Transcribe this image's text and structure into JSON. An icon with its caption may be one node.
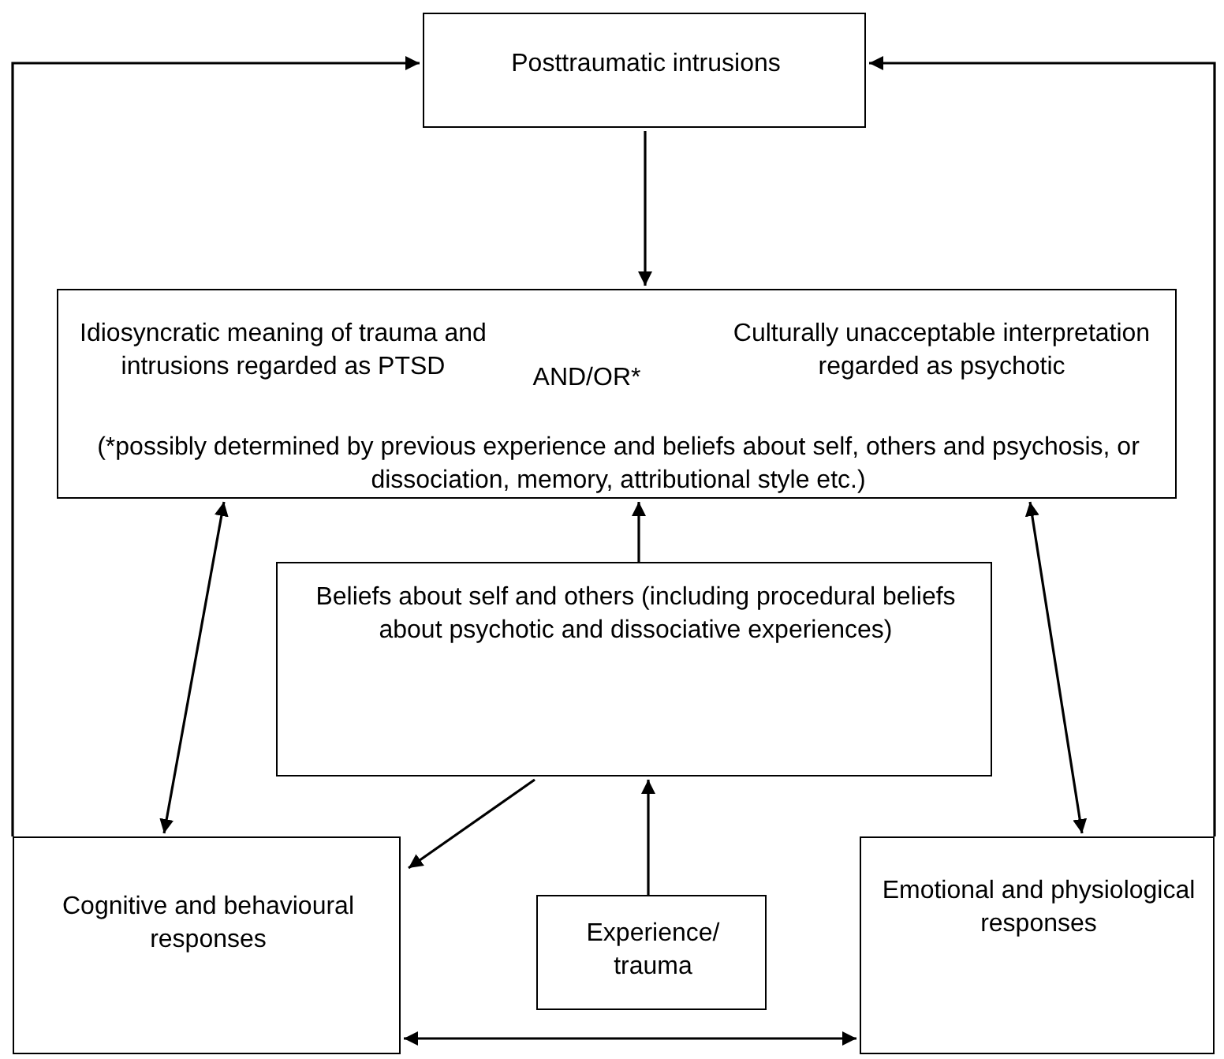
{
  "diagram": {
    "nodes": [
      {
        "text": [
          "Posttraumatic intrusions"
        ]
      },
      {
        "text": [
          "Idiosyncratic meaning of trauma and intrusions regarded as PTSD",
          "AND/OR*",
          "Culturally unacceptable interpretation regarded as psychotic",
          "(*possibly determined by previous experience and beliefs about self, others and psychosis, or dissociation, memory, attributional style etc.)"
        ]
      },
      {
        "text": [
          "Beliefs about self and others (including procedural beliefs about psychotic and dissociative experiences)"
        ]
      },
      {
        "text": [
          "Cognitive and behavioural responses"
        ]
      },
      {
        "text": [
          "Experience/ trauma"
        ]
      },
      {
        "text": [
          "Emotional and physiological responses"
        ]
      }
    ],
    "edges": [
      {
        "from": 0,
        "to": 1,
        "arrow": "to"
      },
      {
        "from": 3,
        "to": 0,
        "arrow": "to"
      },
      {
        "from": 5,
        "to": 0,
        "arrow": "to"
      },
      {
        "from": 1,
        "to": 3,
        "arrow": "both"
      },
      {
        "from": 2,
        "to": 1,
        "arrow": "to"
      },
      {
        "from": 1,
        "to": 5,
        "arrow": "both"
      },
      {
        "from": 2,
        "to": 3,
        "arrow": "to"
      },
      {
        "from": 4,
        "to": 2,
        "arrow": "to"
      },
      {
        "from": 3,
        "to": 5,
        "arrow": "both"
      }
    ]
  }
}
